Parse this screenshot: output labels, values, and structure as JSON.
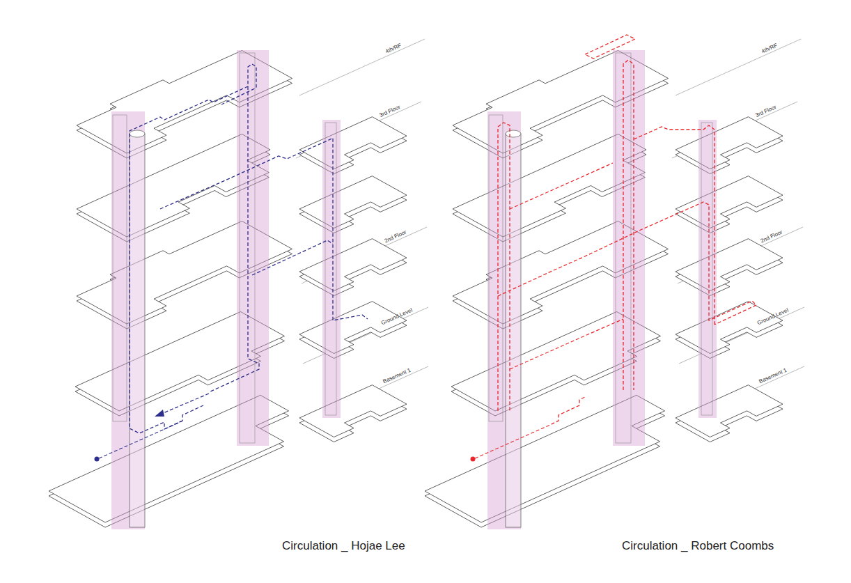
{
  "diagram": {
    "labels": [
      "4th/RF",
      "3rd Floor",
      "2nd Floor",
      "Ground Level",
      "Basement 1",
      "Circulation _ Hojae Lee",
      "4th/RF",
      "3rd Floor",
      "2nd Floor",
      "Ground Level",
      "Basement 1",
      "Circulation _ Robert Coombs"
    ]
  }
}
